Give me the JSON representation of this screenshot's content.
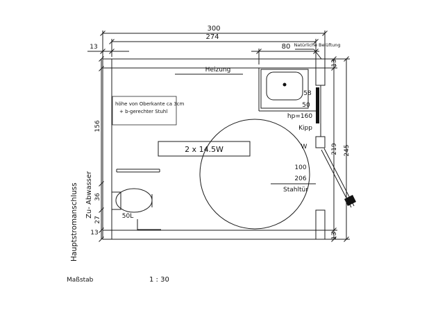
{
  "colors": {
    "highlight": "#f6ee4e",
    "line": "#1a1a1a"
  },
  "dims": {
    "total_width": "300",
    "inner_width": "274",
    "basin_width": "80",
    "wall": "13",
    "left_156": "156",
    "left_36": "36",
    "left_27": "27",
    "right_inner": "219",
    "right_total": "245",
    "win_58": "58",
    "win_50": "50",
    "hp": "hp=160",
    "door_100": "100",
    "door_206": "206"
  },
  "labels": {
    "heizung": "Heizung",
    "note1": "höhe von Oberkante ca 3cm",
    "note2": "+ b-gerechter Stuhl",
    "lamp": "2 x 14.5W",
    "kipp": "Kipp",
    "w": "W",
    "stahltuer": "Stahltür",
    "cistern": "50L",
    "ventilation": "Natürliche Belüftung",
    "zu_abwasser": "Zu- Abwasser",
    "hauptstrom": "Hauptstromanschluss"
  },
  "scalebar": {
    "label": "Maßstab",
    "value": "1 : 30"
  }
}
